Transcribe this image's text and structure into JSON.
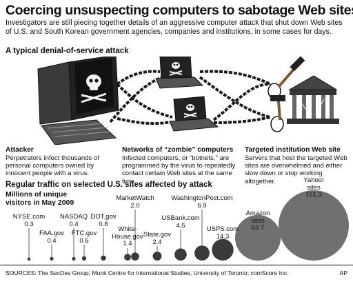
{
  "headline": "Coercing unsuspecting computers to sabotage Web sites",
  "intro": "Investigators are still piecing together details of an aggressive computer attack that shut down Web sites of U.S. and South Korean government agencies, companies and institutions, in some cases for days.",
  "diagram": {
    "title": "A typical denial-of-service attack",
    "attacker": {
      "title": "Attacker",
      "body": "Perpetrators infect thousands of personal computers owned by innocent people with a virus."
    },
    "zombies": {
      "title": "Networks of “zombie” computers",
      "body": "Infected computers, or “botnets,” are programmed by the virus to repeatedly contact certain Web sites at the same time."
    },
    "target": {
      "title": "Targeted institution Web site",
      "body": "Servers that host the targeted Web sites are overwhelmed and either slow down or stop working altogether."
    }
  },
  "traffic": {
    "title": "Regular traffic on selected U.S. sites affected by attack",
    "subtitle": "Millions of unique visitors in May 2009"
  },
  "chart_data": {
    "type": "bubble",
    "title": "Regular traffic on selected U.S. sites affected by attack",
    "subtitle": "Millions of unique visitors in May 2009",
    "unit": "Millions of unique visitors",
    "sites": [
      {
        "name": "NYSE.com",
        "value": 0.3,
        "value_label": "0.3"
      },
      {
        "name": "FAA.gov",
        "value": 0.4,
        "value_label": "0.4"
      },
      {
        "name": "NASDAQ",
        "value": 0.4,
        "value_label": "0.4"
      },
      {
        "name": "FTC.gov",
        "value": 0.6,
        "value_label": "0.6"
      },
      {
        "name": "DOT.gov",
        "value": 0.8,
        "value_label": "0.8"
      },
      {
        "name": "White-\nHouse.gov",
        "value": 1.4,
        "value_label": "1.4"
      },
      {
        "name": "MarketWatch",
        "value": 2.0,
        "value_label": "2.0"
      },
      {
        "name": "State.gov",
        "value": 2.4,
        "value_label": "2.4"
      },
      {
        "name": "USBank.com",
        "value": 4.5,
        "value_label": "4.5"
      },
      {
        "name": "WashingtonPost.com",
        "value": 6.9,
        "value_label": "6.9"
      },
      {
        "name": "USPS.com",
        "value": 14.3,
        "value_label": "14.3"
      },
      {
        "name": "Amazon\nsites",
        "value": 63.7,
        "value_label": "63.7"
      },
      {
        "name": "Yahoo!\nsites",
        "value": 151.3,
        "value_label": "151.3"
      }
    ]
  },
  "footer": {
    "sources": "SOURCES: The SecDev Group; Munk Centre for International Studies, University of Toronto; comScore Inc.",
    "credit": "AP"
  }
}
